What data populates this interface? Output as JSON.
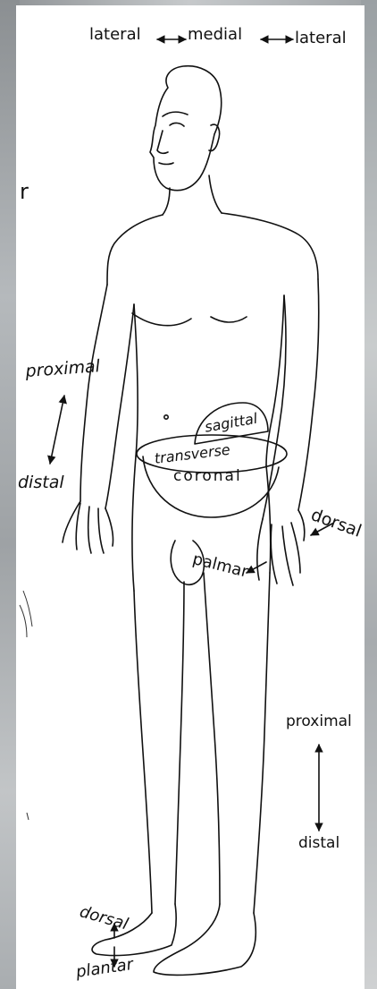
{
  "labels": {
    "lateral_left": "lateral",
    "medial": "medial",
    "lateral_right": "lateral",
    "partial_letter": "r",
    "proximal_arm": "proximal",
    "distal_arm": "distal",
    "sagittal": "sagittal",
    "transverse": "transverse",
    "coronal": "coronal",
    "dorsal_hand": "dorsal",
    "palmar": "palmar",
    "proximal_leg": "proximal",
    "distal_leg": "distal",
    "dorsal_foot": "dorsal",
    "plantar": "plantar"
  }
}
